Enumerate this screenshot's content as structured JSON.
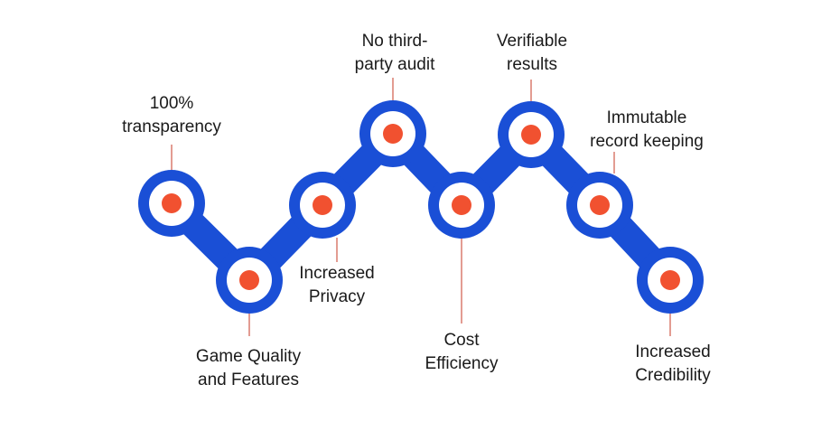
{
  "colors": {
    "chain": "#1a4fd6",
    "ring_inner": "#ffffff",
    "dot": "#f15130",
    "connector": "#d05a4a",
    "text": "#1a1a1a"
  },
  "benefits": [
    {
      "label_lines": [
        "100%",
        "transparency"
      ],
      "label_position": "above"
    },
    {
      "label_lines": [
        "Game Quality",
        "and Features"
      ],
      "label_position": "below"
    },
    {
      "label_lines": [
        "Increased",
        "Privacy"
      ],
      "label_position": "below"
    },
    {
      "label_lines": [
        "No third-",
        "party audit"
      ],
      "label_position": "above"
    },
    {
      "label_lines": [
        "Cost",
        "Efficiency"
      ],
      "label_position": "below"
    },
    {
      "label_lines": [
        "Verifiable",
        "results"
      ],
      "label_position": "above"
    },
    {
      "label_lines": [
        "Immutable",
        "record keeping"
      ],
      "label_position": "above"
    },
    {
      "label_lines": [
        "Increased",
        "Credibility"
      ],
      "label_position": "below"
    }
  ]
}
